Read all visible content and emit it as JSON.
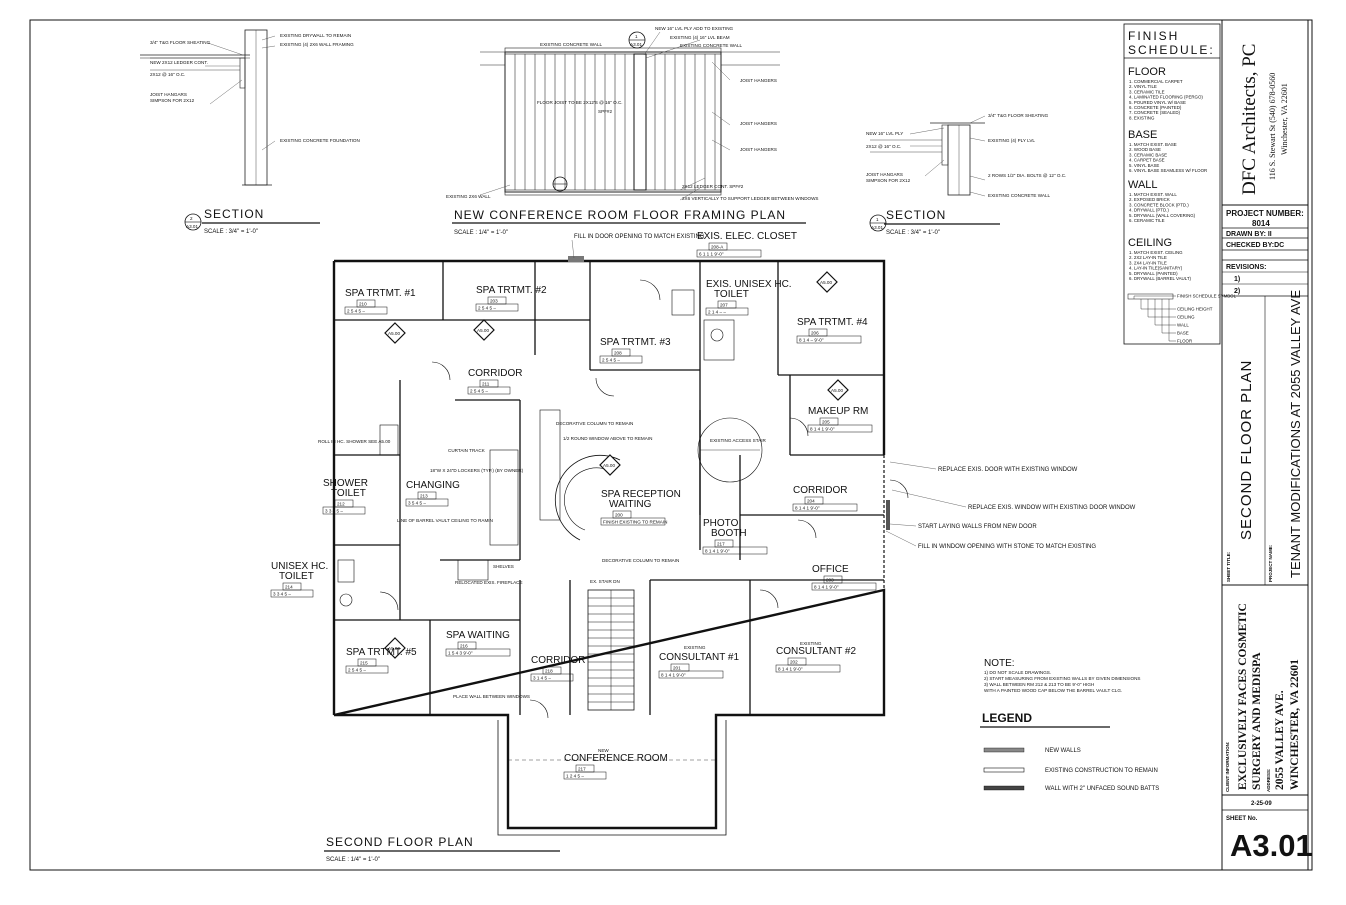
{
  "details": {
    "section_left": {
      "title": "SECTION",
      "scale": "SCALE : 3/4\" = 1'-0\"",
      "marker_top": "2",
      "marker_bottom": "A3.01",
      "notes": [
        "3/4\" T&G FLOOR SHEATING",
        "EXISTING DRYWALL TO REMAIN",
        "EXISTING (4) 2X6 WALL FRAMING",
        "NEW 2X12 LEDGER CONT.",
        "2X12 @ 16\" O.C.",
        "JOIST HANGARS",
        "SIMPSON FOR 2X12",
        "EXISTING CONCRETE FOUNDATION"
      ]
    },
    "framing_plan": {
      "title": "NEW CONFERENCE ROOM FLOOR FRAMING PLAN",
      "scale": "SCALE : 1/4\" = 1'-0\"",
      "marker_top": "1",
      "marker_bottom": "A3.01",
      "notes": [
        "NEW 16\" LVL PLY ADD TO EXISTING",
        "EXISTING (4) 16\" LVL BEAM",
        "EXISTING CONCRETE WALL",
        "EXISTING CONCRETE WALL",
        "JOIST HANGERS",
        "FLOOR JOIST TO BE 2X12'S @ 16\" O.C.",
        "SPF#2",
        "JOIST HANGERS",
        "JOIST HANGERS",
        "EXISTING 2X6 WALL",
        "2X12 LEDGER CONT. SPF#2",
        "2X6 VERTICALLY TO SUPPORT LEDGER BETWEEN WINDOWS"
      ]
    },
    "section_right": {
      "title": "SECTION",
      "scale": "SCALE : 3/4\" = 1'-0\"",
      "marker_top": "1",
      "marker_bottom": "A3.01",
      "notes": [
        "3/4\" T&G FLOOR SHEATING",
        "NEW 16\" LVL PLY",
        "EXISTING (4) PLY LVL",
        "2X12 @ 16\" O.C.",
        "JOIST HANGARS",
        "SIMPSON FOR 2X12",
        "2 ROWS 1/2\" DIA. BOLTS @ 12\" O.C.",
        "EXISTING CONCRETE WALL"
      ]
    }
  },
  "plan": {
    "title": "SECOND FLOOR PLAN",
    "scale": "SCALE : 1/4\" = 1'-0\"",
    "rooms": [
      {
        "name": "SPA TRTMT. #1",
        "num": "210",
        "codes": "2 5 4 5 –"
      },
      {
        "name": "SPA TRTMT. #2",
        "num": "203",
        "codes": "2 5 4 5 –"
      },
      {
        "name": "SPA TRTMT. #3",
        "num": "208",
        "codes": "2 5 4 5 –"
      },
      {
        "name": "SPA TRTMT. #4",
        "num": "206",
        "codes": "8 1 4 – 9'-0\""
      },
      {
        "name": "SPA TRTMT. #5",
        "num": "215",
        "codes": "2 5 4 5 –"
      },
      {
        "name": "CORRIDOR",
        "num": "211",
        "codes": "2 5 4 5 –"
      },
      {
        "name": "EXIS. ELEC. CLOSET",
        "num": "208-A",
        "codes": "6 1 1 1 9'-0\""
      },
      {
        "name": "EXIS. UNISEX HC. TOILET",
        "num": "207",
        "codes": "2 1 4 – –"
      },
      {
        "name": "MAKEUP RM",
        "num": "205",
        "codes": "8 1 4 1 9'-0\""
      },
      {
        "name": "SHOWER TOILET",
        "num": "212",
        "codes": "3 3 4 5 –"
      },
      {
        "name": "CHANGING",
        "num": "213",
        "codes": "3 5 4 5 –"
      },
      {
        "name": "SPA RECEPTION WAITING",
        "num": "200",
        "codes": "FINISH EXISTING TO REMAIN"
      },
      {
        "name": "CORRIDOR",
        "num": "204",
        "codes": "8 1 4 1 9'-0\""
      },
      {
        "name": "PHOTO BOOTH",
        "num": "217",
        "codes": "8 1 4 1 9'-0\""
      },
      {
        "name": "OFFICE",
        "num": "203",
        "codes": "8 1 4 1 9'-0\""
      },
      {
        "name": "UNISEX HC. TOILET",
        "num": "214",
        "codes": "3 3 4 5 –"
      },
      {
        "name": "SPA WAITING",
        "num": "216",
        "codes": "1 5 4 3 9'-0\""
      },
      {
        "name": "CORRIDOR",
        "num": "218",
        "codes": "3 1 4 5 –"
      },
      {
        "name": "CONSULTANT #1",
        "num": "201",
        "codes": "8 1 4 1 9'-0\""
      },
      {
        "name": "CONSULTANT #2",
        "num": "202",
        "codes": "8 1 4 1 9'-0\""
      },
      {
        "name": "CONFERENCE ROOM",
        "num": "217",
        "codes": "1 2 4 5 –"
      }
    ],
    "labels": {
      "fill_door": "FILL IN DOOR OPENING TO MATCH EXISTING",
      "replace_door": "REPLACE EXIS. DOOR WITH EXISTING WINDOW",
      "replace_window": "REPLACE EXIS. WINDOW WITH EXISTING DOOR WINDOW",
      "start_walls": "START LAYING WALLS FROM NEW DOOR",
      "fill_window": "FILL IN WINDOW OPENING WITH STONE TO MATCH EXISTING",
      "existing_stair": "EXISTING ACCESS STAIR",
      "ex_stair": "EX. STAIR DN",
      "fireplace": "RELOCATED EXIS. FIREPLACE",
      "round_window": "1/2 ROUND WINDOW ABOVE TO REMAIN",
      "lockers": "18\"W X 24\"D LOCKERS (TYP.) (BY OWNER)",
      "curtain_track": "CURTAIN TRACK",
      "barrel_vault": "LINE OF BARREL VAULT CEILING TO RAMIN",
      "place_wall": "PLACE WALL BETWEEN WINDOWS",
      "shower": "ROLL IN HC. SHOWER SEE A5.00",
      "new_conf": "NEW",
      "existing_1": "EXISTING",
      "existing_2": "EXISTING",
      "dec_column": "DECORATIVE COLUMN TO REMAIN",
      "shelves": "SHELVES",
      "tag": "A5.00"
    },
    "note": {
      "title": "NOTE:",
      "lines": [
        "1) DO NOT SCALE DRAWINGS.",
        "2) START MEASURING FROM EXISTING WALLS BY GIVEN DIMENSIONS",
        "3) WALL BETWEEN RM 212 & 213 TO BE 9'-0\" HIGH",
        "    WITH A  PAINTED WOOD CAP BELOW THE BARREL VAULT CLG."
      ]
    },
    "legend": {
      "title": "LEGEND",
      "items": [
        "NEW WALLS",
        "EXISTING CONSTRUCTION TO REMAIN",
        "WALL WITH 2\" UNFACED SOUND BATTS"
      ]
    }
  },
  "finish": {
    "title1": "FINISH",
    "title2": "SCHEDULE:",
    "floor_title": "FLOOR",
    "floor": [
      "1. COMMERCIAL CARPET",
      "2. VINYL TILE",
      "3. CERAMIC TILE",
      "4. LAMINATED FLOORING (PERGO)",
      "5. POURED VINYL W/ BASE",
      "6. CONCRETE (PAINTED)",
      "7. CONCRETE (SEALED)",
      "8. EXISTING"
    ],
    "base_title": "BASE",
    "base": [
      "1. MATCH EXIST. BASE",
      "2. WOOD BASE",
      "3. CERAMIC BASE",
      "4. CARPET BASE",
      "5. VINYL BASE",
      "6. VINYL BASE SEAMLESS W/ FLOOR"
    ],
    "wall_title": "WALL",
    "wall": [
      "1. MATCH EXIST. WALL",
      "2. EXPOSED BRICK",
      "3. CONCRETE BLOCK (PTD.)",
      "4. DRYWALL (PTD.)",
      "5. DRYWALL (WALL COVERING)",
      "6. CERAMIC TILE"
    ],
    "ceiling_title": "CEILING",
    "ceiling": [
      "1. MATCH EXIST. CEILING",
      "2. 2X2 LAY-IN TILE",
      "3. 2X4 LAY-IN TILE",
      "4. LAY-IN TILE(SANITARY)",
      "5. DRYWALL (PAINTED)",
      "6. DRYWALL (BARREL VAULT)"
    ],
    "key": [
      "FINISH SCHEDULE SYMBOL",
      "CEILING HEIGHT",
      "CEILING",
      "WALL",
      "BASE",
      "FLOOR"
    ]
  },
  "titleblock": {
    "firm": "DFC Architects, PC",
    "address": "116 S. Stewart St  (540) 678-0560",
    "city": "Winchester, VA  22601",
    "project_number_label": "PROJECT NUMBER:",
    "project_number": "8014",
    "drawn_by": "DRAWN BY: II",
    "checked_by": "CHECKED BY:DC",
    "revisions_label": "REVISIONS:",
    "rev1": "1)",
    "rev2": "2)",
    "sheet_title_label": "SHEET TITLE:",
    "sheet_title": "SECOND FLOOR PLAN",
    "project_name_label": "PROJECT NAME:",
    "project_name": "TENANT MODIFICATIONS AT 2055 VALLEY AVE",
    "client_label": "CLIENT INFORMATION:",
    "client1": "EXCLUSIVELY FACES COSMETIC",
    "client2": "SURGERY AND MEDISPA",
    "address_label": "ADDRESS:",
    "client_addr1": "2055 VALLEY AVE.",
    "client_addr2": "WINCHESTER, VA 22601",
    "date": "2-25-09",
    "sheet_no_label": "SHEET No.",
    "sheet_no": "A3.01"
  }
}
